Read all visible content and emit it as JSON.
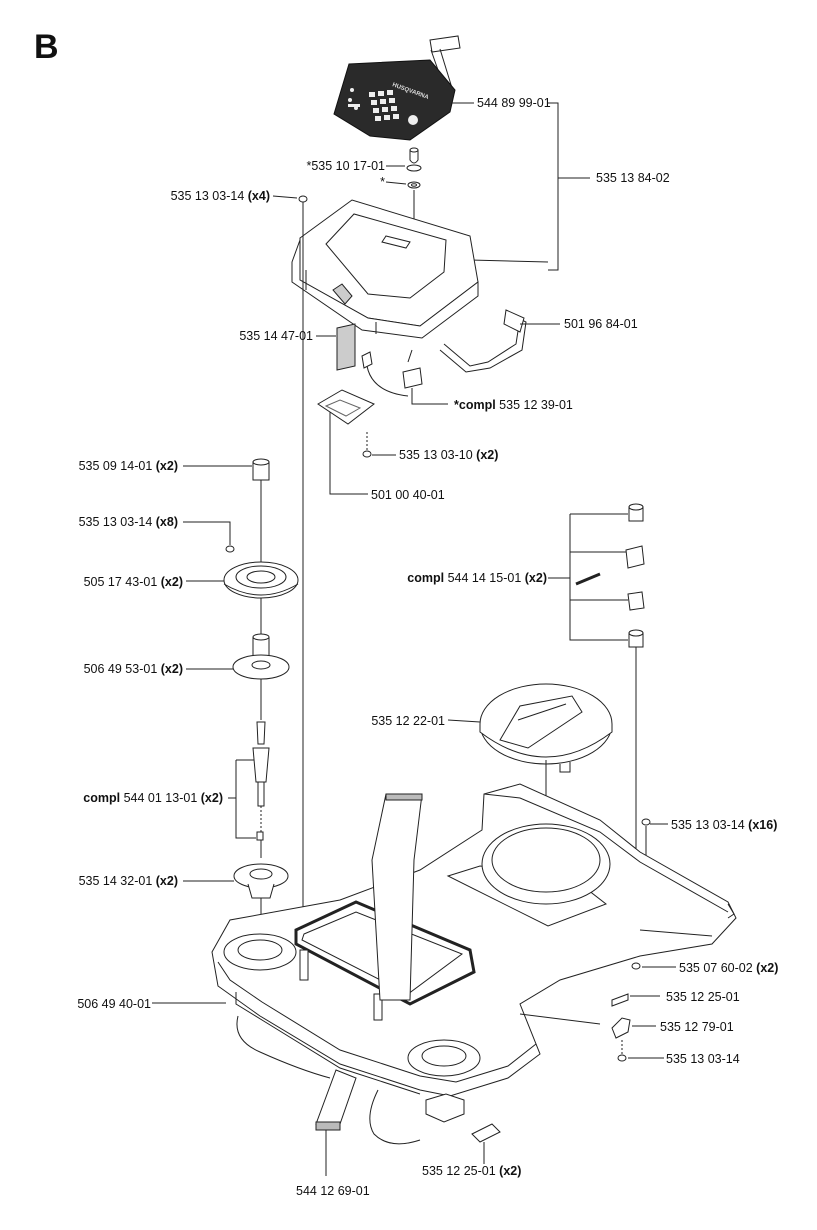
{
  "section": "B",
  "brand": "HUSQVARNA",
  "labels": {
    "keypad": "544 89 99-01",
    "assembly": "535 13 84-02",
    "knob": "*535 10 17-01",
    "knob_washer": "*",
    "screw_top": "535 13 03-14",
    "screw_top_qty": "(x4)",
    "bracket": "501 96 84-01",
    "seal_strip": "535 14 47-01",
    "cable_switch_prefix": "*compl",
    "cable_switch": "535 12 39-01",
    "screw_small": "535 13 03-10",
    "screw_small_qty": "(x2)",
    "label_sticker": "501 00 40-01",
    "spacer": "535 09 14-01",
    "spacer_qty": "(x2)",
    "screw_mid": "535 13 03-14",
    "screw_mid_qty": "(x8)",
    "plate": "505 17 43-01",
    "plate_qty": "(x2)",
    "sleeve": "506 49 53-01",
    "sleeve_qty": "(x2)",
    "hinge_prefix": "compl",
    "hinge": "544 14 15-01",
    "hinge_qty": "(x2)",
    "cover": "535 12 22-01",
    "shaft_prefix": "compl",
    "shaft": "544 01 13-01",
    "shaft_qty": "(x2)",
    "screw_right": "535 13 03-14",
    "screw_right_qty": "(x16)",
    "bushing": "535 14 32-01",
    "bushing_qty": "(x2)",
    "washer": "535 07 60-02",
    "washer_qty": "(x2)",
    "chassis": "506 49 40-01",
    "pad": "535 12 25-01",
    "clip": "535 12 79-01",
    "screw_single": "535 13 03-14",
    "cable_flat": "544 12 69-01",
    "pad_bottom": "535 12 25-01",
    "pad_bottom_qty": "(x2)"
  }
}
